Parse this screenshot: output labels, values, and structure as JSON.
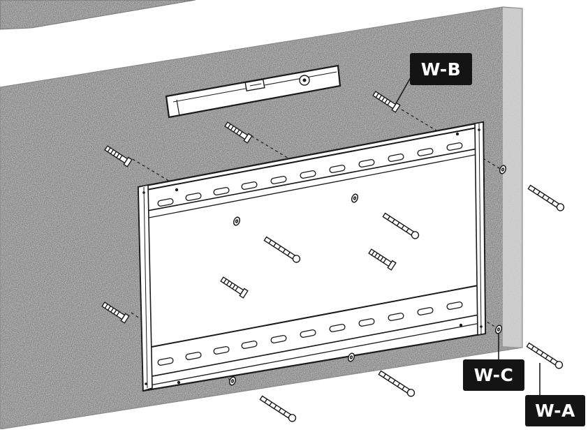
{
  "labels": {
    "anchor": "W-B",
    "washer": "W-C",
    "screw": "W-A"
  },
  "colors": {
    "wall": "#c9c9c9",
    "wall_edge": "#d8d8d8",
    "outline": "#1a1a1a",
    "label_bg": "#141414",
    "label_text": "#ffffff"
  },
  "icons": [
    "spirit-level-icon",
    "wall-anchor-icon",
    "washer-icon",
    "screw-icon",
    "mounting-bracket-icon"
  ]
}
